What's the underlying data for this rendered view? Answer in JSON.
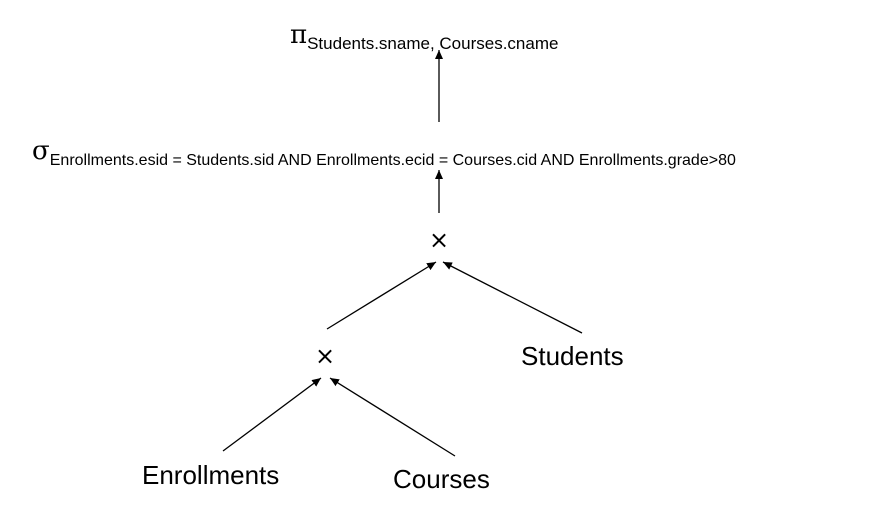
{
  "projection": {
    "symbol": "π",
    "attributes": "Students.sname, Courses.cname"
  },
  "selection": {
    "symbol": "σ",
    "condition": "Enrollments.esid = Students.sid AND Enrollments.ecid = Courses.cid AND Enrollments.grade>80"
  },
  "joins": {
    "top_symbol": "×",
    "bottom_symbol": "×"
  },
  "relations": {
    "students": "Students",
    "enrollments": "Enrollments",
    "courses": "Courses"
  },
  "colors": {
    "text": "#000000",
    "edge": "#000000",
    "background": "#ffffff"
  }
}
